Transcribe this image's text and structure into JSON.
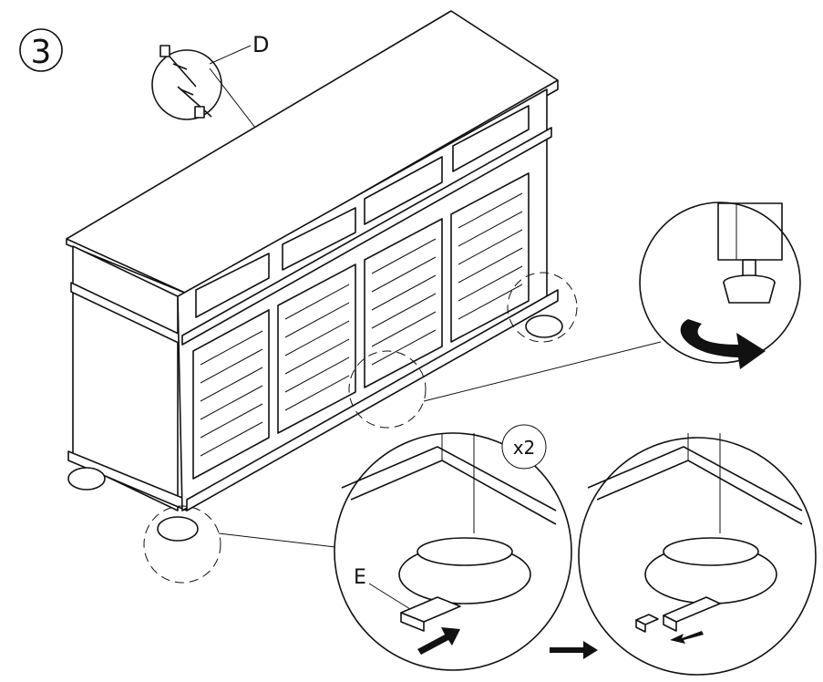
{
  "step": {
    "number": "3"
  },
  "parts": {
    "wall_anchor": "D",
    "leveling_shim": "E"
  },
  "detail": {
    "quantity": "x2"
  },
  "icons": [
    "curved-rotate-arrow-icon",
    "push-arrow-icon",
    "next-step-arrow-icon"
  ]
}
